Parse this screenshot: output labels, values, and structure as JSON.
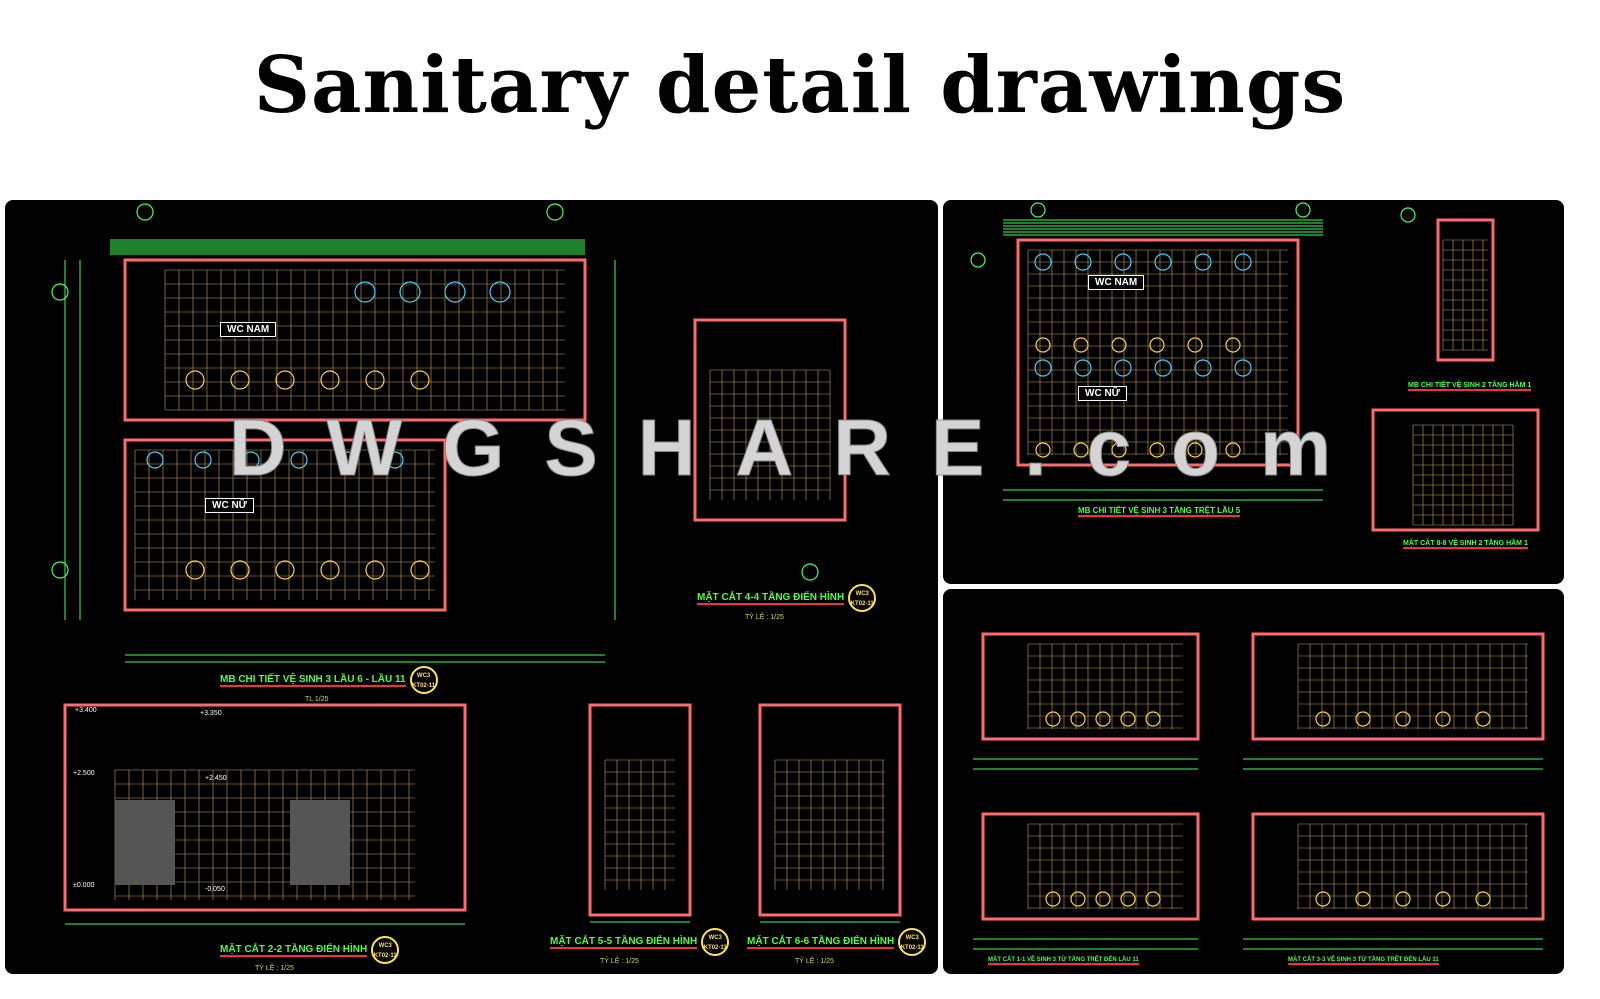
{
  "title": "Sanitary detail drawings",
  "watermark": "DWGSHARE.com",
  "rooms": {
    "male": "WC NAM",
    "female": "WC NỮ"
  },
  "tag": {
    "code": "WC3",
    "sheet": "KT02-11"
  },
  "panels": {
    "main": {
      "plan_title": "MB CHI TIẾT VỆ SINH 3 LẦU 6 - LẦU 11",
      "plan_scale": "TL 1/25",
      "sec44": "MẶT CẮT 4-4 TẦNG ĐIỂN HÌNH",
      "sec44_scale": "TỶ LỆ : 1/25",
      "sec22": "MẶT CẮT 2-2 TẦNG ĐIỂN HÌNH",
      "sec22_scale": "TỶ LỆ : 1/25",
      "sec55": "MẶT CẮT 5-5 TẦNG ĐIỂN HÌNH",
      "sec55_scale": "TỶ LỆ : 1/25",
      "sec66": "MẶT CẮT 6-6 TẦNG ĐIỂN HÌNH",
      "sec66_scale": "TỶ LỆ : 1/25",
      "levels": [
        "+3.400",
        "+3.350",
        "+2.500",
        "+2.450",
        "±0.000",
        "-0.050"
      ]
    },
    "top_right": {
      "plan_title": "MB CHI TIẾT VỆ SINH 3 TẦNG TRỆT LẦU 5",
      "plan2_title": "MB CHI TIẾT VỆ SINH 2 TẦNG HẦM 1",
      "sec88": "MẶT CẮT 8-8 VỆ SINH 2 TẦNG HẦM 1"
    },
    "bottom_right": {
      "sec11": "MẶT CẮT 1-1 VỆ SINH 3 TỪ TẦNG TRỆT ĐẾN LẦU 11",
      "sec33": "MẶT CẮT 3-3 VỆ SINH 3 TỪ TẦNG TRỆT ĐẾN LẦU 11"
    }
  }
}
